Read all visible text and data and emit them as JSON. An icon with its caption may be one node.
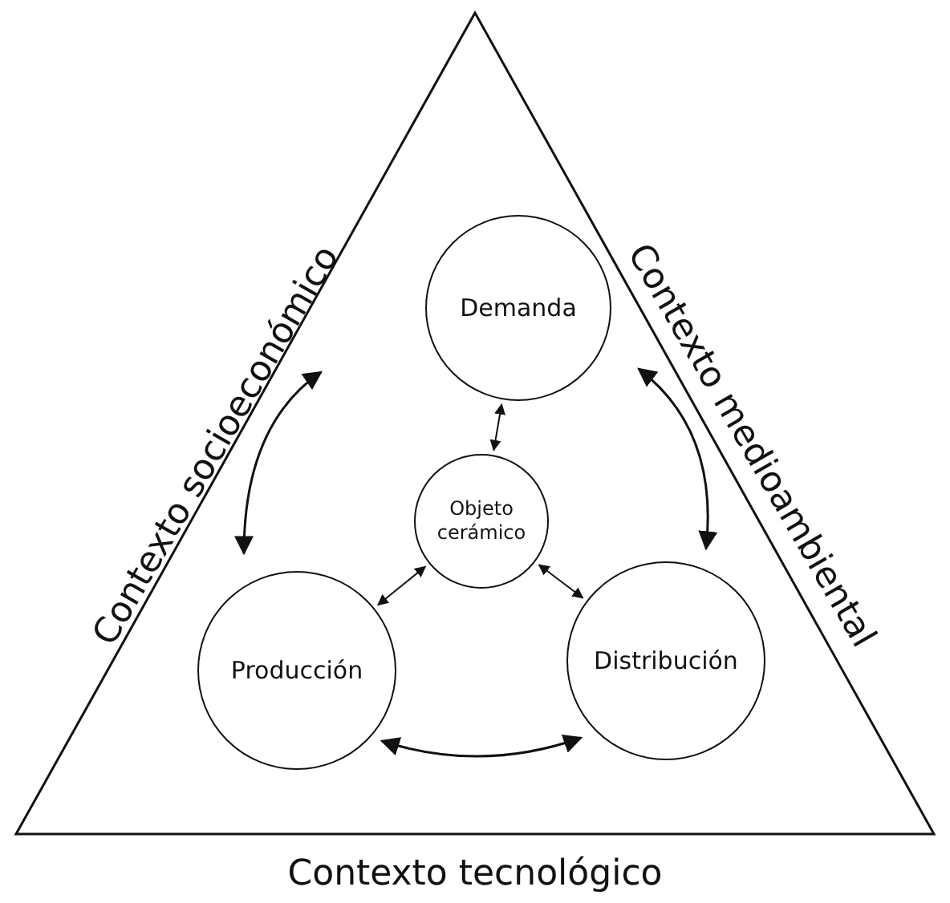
{
  "diagram": {
    "nodes": [
      {
        "text": [
          "Contexto socioeconómico",
          "Contexto medioambiental",
          "Contexto tecnológico"
        ]
      },
      {
        "text": [
          "Demanda"
        ],
        "in": 0
      },
      {
        "text": [
          "Objeto cerámico"
        ],
        "in": 0
      },
      {
        "text": [
          "Producción"
        ],
        "in": 0
      },
      {
        "text": [
          "Distribución"
        ],
        "in": 0
      }
    ],
    "edges": [
      {
        "from": 1,
        "to": 2,
        "arrow": "both"
      },
      {
        "from": 2,
        "to": 3,
        "arrow": "both"
      },
      {
        "from": 2,
        "to": 4,
        "arrow": "both"
      },
      {
        "from": 1,
        "to": 3,
        "arrow": "both"
      },
      {
        "from": 1,
        "to": 4,
        "arrow": "both"
      },
      {
        "from": 3,
        "to": 4,
        "arrow": "both"
      }
    ]
  }
}
